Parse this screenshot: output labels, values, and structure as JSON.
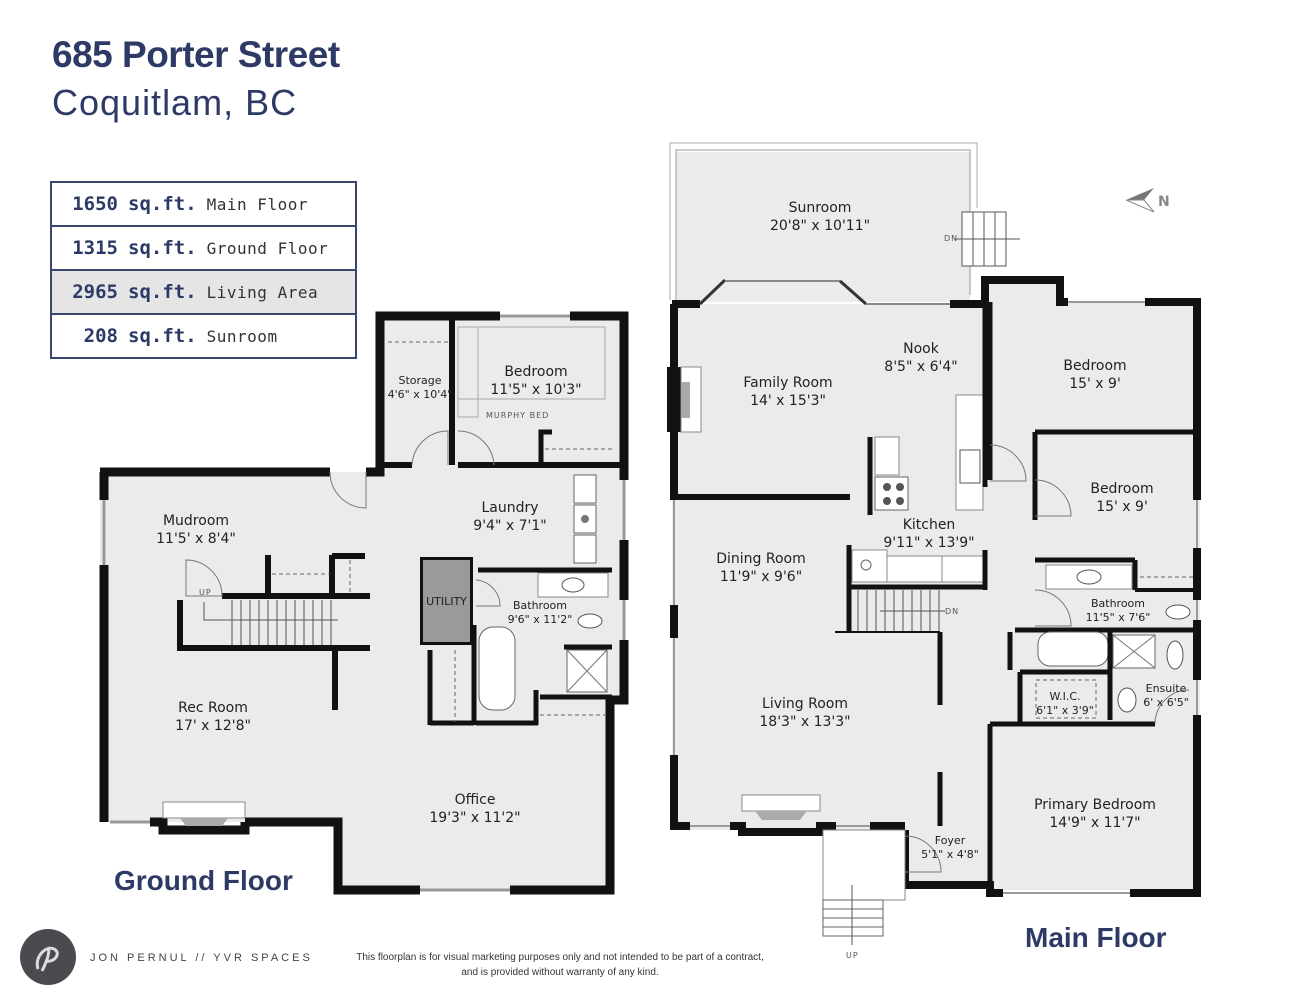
{
  "header": {
    "address": "685 Porter Street",
    "city": "Coquitlam, BC"
  },
  "area_table": [
    {
      "value": "1650",
      "unit": "sq.ft.",
      "label": "Main Floor",
      "highlighted": false
    },
    {
      "value": "1315",
      "unit": "sq.ft.",
      "label": "Ground Floor",
      "highlighted": false
    },
    {
      "value": "2965",
      "unit": "sq.ft.",
      "label": "Living Area",
      "highlighted": true
    },
    {
      "value": "208",
      "unit": "sq.ft.",
      "label": "Sunroom",
      "highlighted": false
    }
  ],
  "ground_floor": {
    "label": "Ground Floor",
    "rooms": [
      {
        "name": "Storage",
        "dim": "4'6\" x 10'4\""
      },
      {
        "name": "Bedroom",
        "dim": "11'5\" x 10'3\""
      },
      {
        "name": "Laundry",
        "dim": "9'4\" x 7'1\""
      },
      {
        "name": "Mudroom",
        "dim": "11'5' x 8'4\""
      },
      {
        "name": "Bathroom",
        "dim": "9'6\" x 11'2\""
      },
      {
        "name": "Rec Room",
        "dim": "17' x 12'8\""
      },
      {
        "name": "Office",
        "dim": "19'3\" x 11'2\""
      }
    ],
    "annotations": {
      "murphy_bed": "MURPHY BED",
      "utility": "UTILITY",
      "stair_up": "UP"
    }
  },
  "main_floor": {
    "label": "Main Floor",
    "rooms": [
      {
        "name": "Sunroom",
        "dim": "20'8\" x 10'11\""
      },
      {
        "name": "Family Room",
        "dim": "14' x 15'3\""
      },
      {
        "name": "Nook",
        "dim": "8'5\" x 6'4\""
      },
      {
        "name": "Bedroom",
        "dim": "15' x 9'"
      },
      {
        "name": "Bedroom",
        "dim": "15' x 9'"
      },
      {
        "name": "Kitchen",
        "dim": "9'11\" x 13'9\""
      },
      {
        "name": "Dining Room",
        "dim": "11'9\" x 9'6\""
      },
      {
        "name": "Bathroom",
        "dim": "11'5\" x 7'6\""
      },
      {
        "name": "W.I.C.",
        "dim": "6'1\" x 3'9\""
      },
      {
        "name": "Ensuite",
        "dim": "6' x 6'5\""
      },
      {
        "name": "Living Room",
        "dim": "18'3\" x 13'3\""
      },
      {
        "name": "Primary Bedroom",
        "dim": "14'9\" x 11'7\""
      },
      {
        "name": "Foyer",
        "dim": "5'1\" x 4'8\""
      }
    ],
    "annotations": {
      "sunroom_stair": "DN",
      "interior_stair": "DN",
      "entry_stair": "UP"
    }
  },
  "compass": {
    "label": "N"
  },
  "footer": {
    "brand": "JON PERNUL // YVR SPACES",
    "disclaimer_line1": "This floorplan is for visual marketing purposes only and not intended to be part of a contract,",
    "disclaimer_line2": "and is provided without warranty of any kind."
  },
  "colors": {
    "title": "#2e3a66",
    "floor_fill": "#ebebed",
    "wall": "#111111",
    "highlight_row": "#e5e5e5",
    "utility": "#9a9a9a"
  }
}
